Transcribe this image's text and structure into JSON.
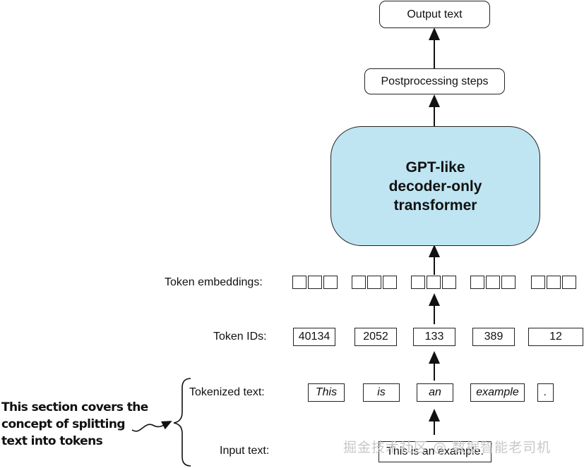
{
  "output_text": "Output text",
  "postprocessing": "Postprocessing steps",
  "transformer": {
    "line1": "GPT-like",
    "line2": "decoder-only",
    "line3": "transformer"
  },
  "labels": {
    "token_embeddings": "Token embeddings:",
    "token_ids": "Token IDs:",
    "tokenized_text": "Tokenized text:",
    "input_text": "Input text:"
  },
  "token_ids": [
    "40134",
    "2052",
    "133",
    "389",
    "12"
  ],
  "tokens": [
    "This",
    "is",
    "an",
    "example",
    "."
  ],
  "input_sentence": "This is an example.",
  "side_note": {
    "line1": "This section covers the",
    "line2": "concept of splitting",
    "line3": "text into tokens"
  },
  "watermark": "掘金技术社区 @ 数据智能老司机",
  "colors": {
    "transformer_fill": "#bfe5f2",
    "border": "#222222"
  }
}
